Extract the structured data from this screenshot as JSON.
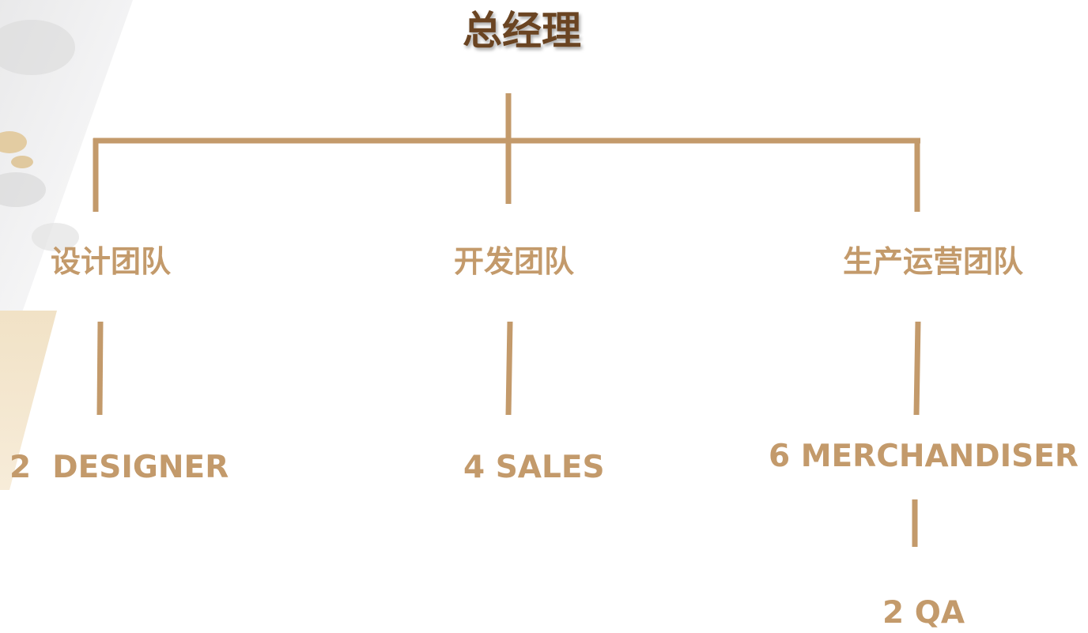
{
  "diagram": {
    "root": {
      "label": "总经理"
    },
    "teams": [
      {
        "label": "设计团队",
        "staff": [
          "2  DESIGNER"
        ]
      },
      {
        "label": "开发团队",
        "staff": [
          "4 SALES"
        ]
      },
      {
        "label": "生产运营团队",
        "staff": [
          "6 MERCHANDISER",
          "2 QA"
        ]
      }
    ]
  },
  "colors": {
    "connector": "#c39a6b",
    "root_text": "#6a4422",
    "node_text": "#c39a6b"
  }
}
